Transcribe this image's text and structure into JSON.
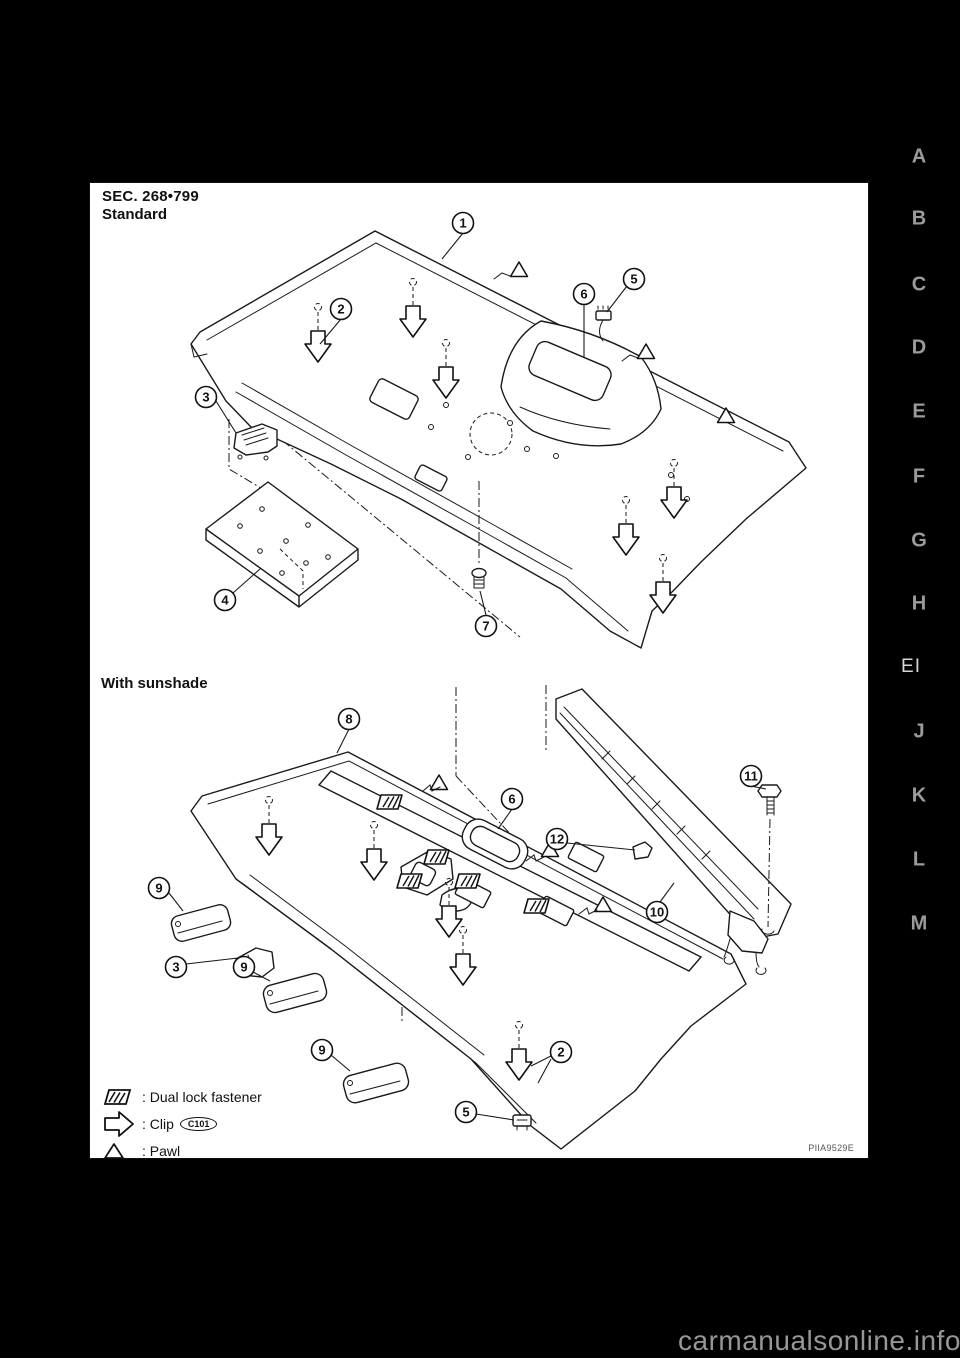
{
  "titles": {
    "sec": "SEC. 268•799",
    "variant": "Standard",
    "variant2": "With sunshade"
  },
  "legend": {
    "dual_lock_label": ": Dual lock fastener",
    "clip_label": ": Clip",
    "clip_tag": "C101",
    "pawl_label": ": Pawl"
  },
  "figure_code": "PIIA9529E",
  "watermark": "carmanualsonline.info",
  "sidebar": {
    "items": [
      "A",
      "B",
      "C",
      "D",
      "E",
      "F",
      "G",
      "H",
      "EI",
      "J",
      "K",
      "L",
      "M"
    ]
  },
  "callouts": {
    "standard": [
      "1",
      "2",
      "3",
      "4",
      "5",
      "6",
      "7"
    ],
    "sunshade": [
      "8",
      "11",
      "6",
      "12",
      "10",
      "9",
      "3",
      "9",
      "9",
      "2",
      "5"
    ]
  }
}
